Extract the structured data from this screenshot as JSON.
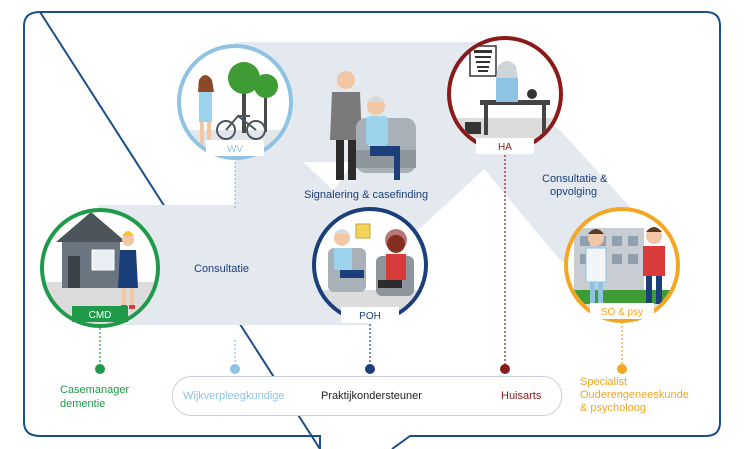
{
  "roles": {
    "cmd": {
      "abbr": "CMD",
      "label_line1": "Casemanager",
      "label_line2": "dementie",
      "color": "#1e9a4a"
    },
    "wv": {
      "abbr": "WV",
      "label": "Wijkverpleegkundige",
      "color": "#8fc3e3"
    },
    "poh": {
      "abbr": "POH",
      "label": "Praktijkondersteuner",
      "color": "#1b3f7a"
    },
    "ha": {
      "abbr": "HA",
      "label": "Huisarts",
      "color": "#8b1a1a"
    },
    "so": {
      "abbr": "SO & psy",
      "label_line1": "Specialist",
      "label_line2": "Ouderengeneeskunde",
      "label_line3": "& psycholoog",
      "color": "#f5a623"
    }
  },
  "band_labels": {
    "consultatie": "Consultatie",
    "signalering": "Signalering & casefinding",
    "consultatie_opvolging_line1": "Consultatie &",
    "consultatie_opvolging_line2": "opvolging"
  },
  "colors": {
    "text_blue": "#1b3f7a",
    "band": "#e4e8ef",
    "frame": "#1b4f8a"
  }
}
